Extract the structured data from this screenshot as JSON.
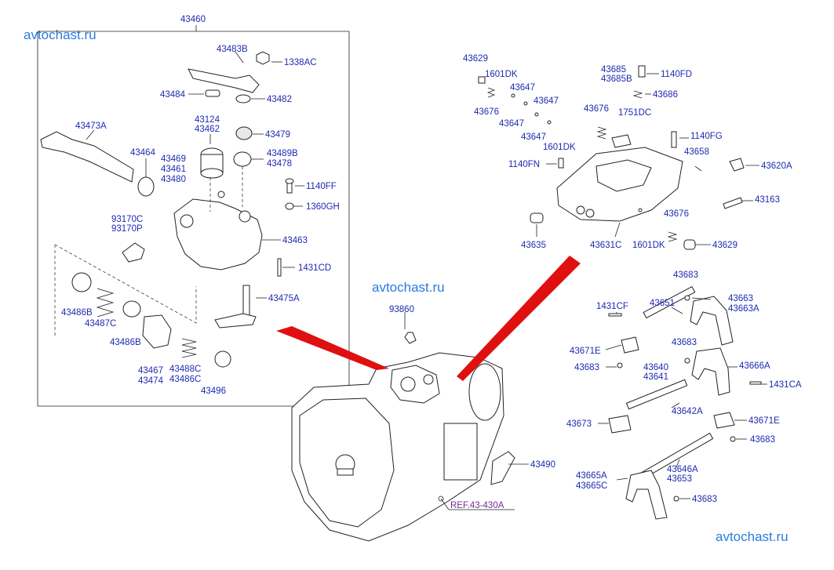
{
  "watermarks": [
    "avtochast.ru",
    "avtochast.ru",
    "avtochast.ru"
  ],
  "colors": {
    "label": "#1e2bb0",
    "watermark": "#2a7be0",
    "ref": "#7a2a9a",
    "arrow": "#e01010"
  },
  "parts": {
    "p43460": "43460",
    "p43483B": "43483B",
    "p1338AC": "1338AC",
    "p43484": "43484",
    "p43482": "43482",
    "p43473A": "43473A",
    "p43124": "43124",
    "p43462": "43462",
    "p43479": "43479",
    "p43464": "43464",
    "p43469": "43469",
    "p43461": "43461",
    "p43480": "43480",
    "p43489B": "43489B",
    "p43478": "43478",
    "p1140FF": "1140FF",
    "p1360GH": "1360GH",
    "p93170C": "93170C",
    "p93170P": "93170P",
    "p43463": "43463",
    "p1431CD": "1431CD",
    "p43475A": "43475A",
    "p43486B_a": "43486B",
    "p43487C": "43487C",
    "p43486B_b": "43486B",
    "p43467": "43467",
    "p43474": "43474",
    "p43488C": "43488C",
    "p43486C": "43486C",
    "p43496": "43496",
    "p93860": "93860",
    "p43490": "43490",
    "p43629_a": "43629",
    "p1601DK_a": "1601DK",
    "p43647_a": "43647",
    "p43676_a": "43676",
    "p43647_b": "43647",
    "p43647_c": "43647",
    "p43647_d": "43647",
    "p1601DK_b": "1601DK",
    "p43685": "43685",
    "p43685B": "43685B",
    "p1140FD": "1140FD",
    "p43686": "43686",
    "p43676_b": "43676",
    "p1751DC": "1751DC",
    "p1140FG": "1140FG",
    "p43658": "43658",
    "p1140FN": "1140FN",
    "p43620A": "43620A",
    "p43163": "43163",
    "p43676_c": "43676",
    "p43635": "43635",
    "p43631C": "43631C",
    "p1601DK_c": "1601DK",
    "p43629_b": "43629",
    "p43683_a": "43683",
    "p43663": "43663",
    "p43663A": "43663A",
    "p1431CF": "1431CF",
    "p43651": "43651",
    "p43683_b": "43683",
    "p43671E_a": "43671E",
    "p43666A": "43666A",
    "p43683_c": "43683",
    "p43640": "43640",
    "p43641": "43641",
    "p1431CA": "1431CA",
    "p43642A": "43642A",
    "p43673": "43673",
    "p43671E_b": "43671E",
    "p43683_d": "43683",
    "p43665A": "43665A",
    "p43665C": "43665C",
    "p43646A": "43646A",
    "p43653": "43653",
    "p43683_e": "43683"
  },
  "reference": "REF.43-430A"
}
